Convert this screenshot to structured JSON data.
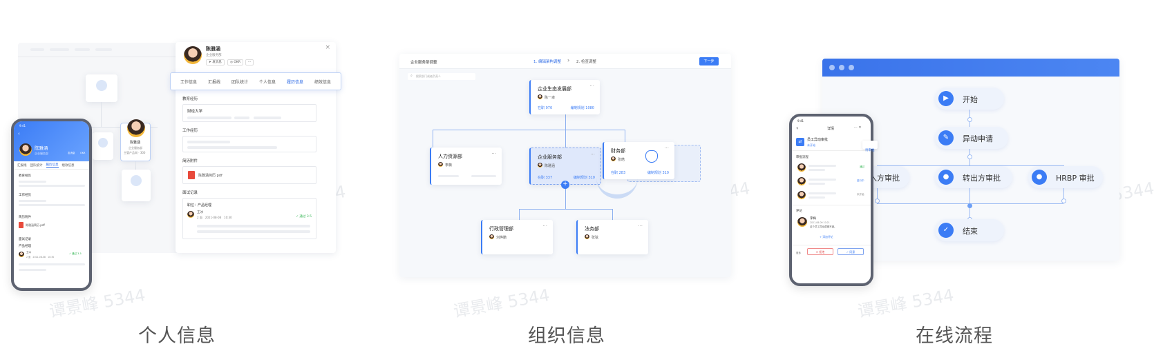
{
  "watermark": "谭景峰 5344",
  "captions": [
    "个人信息",
    "组织信息",
    "在线流程"
  ],
  "personal": {
    "name": "陈雅涵",
    "dept": "企业服务部",
    "btn_chat": "发消息",
    "btn_okr": "OKR",
    "btn_more": "···",
    "close": "×",
    "tabs": [
      "工作信息",
      "汇报线",
      "团队统计",
      "个人信息",
      "履历信息",
      "绩效信息"
    ],
    "section_edu": "教育经历",
    "school": "财经大学",
    "section_work": "工作经历",
    "section_resume": "简历附件",
    "resume_file": "陈雅涵简历.pdf",
    "section_interview": "面试记录",
    "position": "职位：产品经理",
    "interviewer": "王冰",
    "round_date": "2 面　2021-08-08　10:30",
    "result": "✓ 通过 3.5",
    "org_name": "陈雅涵",
    "org_dept": "企业服务部",
    "org_role": "主管产品岗 · 300",
    "phone": {
      "time": "9:41",
      "name": "陈雅涵",
      "dept": "企业服务部",
      "action_chat": "发消息",
      "action_okr": "OKR",
      "tabs": [
        "汇报线",
        "团队统计",
        "履历信息",
        "绩效信息"
      ],
      "section_edu": "教育经历",
      "section_work": "工作经历",
      "section_resume": "简历附件",
      "resume_file": "陈雅涵简历.pdf",
      "section_interview": "面试记录",
      "position": "产品经理",
      "interviewer": "王冰",
      "round_date": "2 面　2021-08-08　10:30",
      "result": "✓ 通过 3.5"
    }
  },
  "org": {
    "title": "企业服务部调整",
    "step1": "1. 编辑架构调整",
    "step_arrow": "›",
    "step2": "2. 检查调整",
    "next_btn": "下一步",
    "search_placeholder": "搜索部门或者负责人",
    "nodes": {
      "top": {
        "name": "企业生态发展部",
        "person": "陈一卓",
        "staff": "在职 970",
        "plan": "编制规划 1080"
      },
      "hr": {
        "name": "人力资源部",
        "person": "李薇"
      },
      "es": {
        "name": "企业服务部",
        "person": "陈雅涵",
        "staff": "在职 337",
        "plan": "编制规划 310"
      },
      "fin": {
        "name": "财务部",
        "person": "张皓",
        "staff": "在职 283",
        "plan": "编制规划 310"
      },
      "admin": {
        "name": "行政管理部",
        "person": "刘烨鹏"
      },
      "legal": {
        "name": "法务部",
        "person": "张弦"
      }
    },
    "more": "···",
    "plus": "+"
  },
  "flow": {
    "nodes": [
      "开始",
      "异动申请",
      "入方审批",
      "转出方审批",
      "HRBP 审批",
      "结束"
    ],
    "phone": {
      "time": "9:41",
      "title": "详情",
      "back": "‹",
      "more": "···  ✕",
      "request_title": "员工异动审批",
      "request_sub": "未开始",
      "tag": "待审批",
      "section_flow": "审批流程",
      "statuses": [
        "通过",
        "进行中",
        "未开始"
      ],
      "section_comment": "评论",
      "commenter": "李梅",
      "comment_time": "2021-08-09 10:21",
      "comment_text": "这个员工异动逻辑不错。",
      "add_comment": "+ 添加评论",
      "more_label": "更多",
      "reject": "✕ 拒绝",
      "approve": "✓ 同意"
    }
  }
}
